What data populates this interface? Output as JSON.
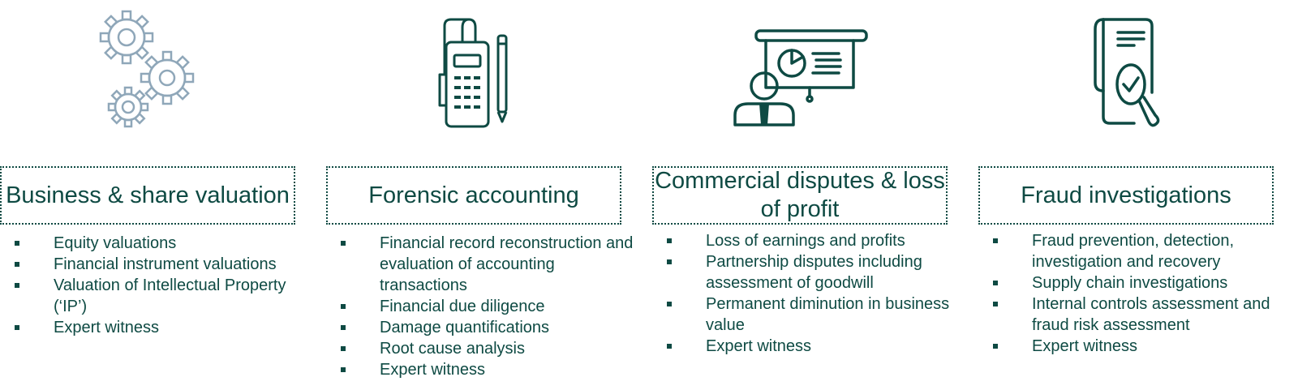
{
  "colors": {
    "accent": "#0e4a43",
    "gear": "#8fa7b9"
  },
  "services": [
    {
      "icon": "gears-icon",
      "title": "Business & share valuation",
      "items": [
        "Equity valuations",
        "Financial instrument valuations",
        "Valuation of Intellectual Property (‘IP’)",
        "Expert witness"
      ]
    },
    {
      "icon": "calculator-receipt-icon",
      "title": "Forensic accounting",
      "items": [
        "Financial record reconstruction and evaluation of accounting transactions",
        "Financial due diligence",
        "Damage quantifications",
        "Root cause analysis",
        "Expert witness"
      ]
    },
    {
      "icon": "presentation-icon",
      "title": "Commercial disputes & loss of profit",
      "items": [
        "Loss of earnings and profits",
        "Partnership disputes including assessment of goodwill",
        "Permanent diminution in business value",
        "Expert witness"
      ]
    },
    {
      "icon": "document-magnifier-icon",
      "title": "Fraud investigations",
      "items": [
        "Fraud prevention, detection, investigation and recovery",
        "Supply chain investigations",
        "Internal controls assessment and fraud risk assessment",
        "Expert witness"
      ]
    }
  ]
}
